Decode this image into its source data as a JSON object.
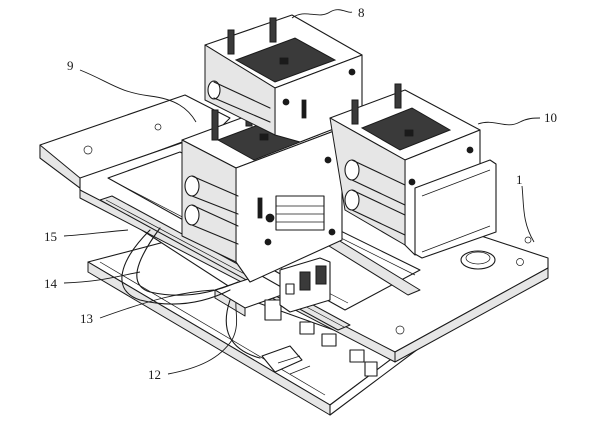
{
  "labels": {
    "l1": "1",
    "l8": "8",
    "l9": "9",
    "l10": "10",
    "l12": "12",
    "l13": "13",
    "l14": "14",
    "l15": "15"
  }
}
